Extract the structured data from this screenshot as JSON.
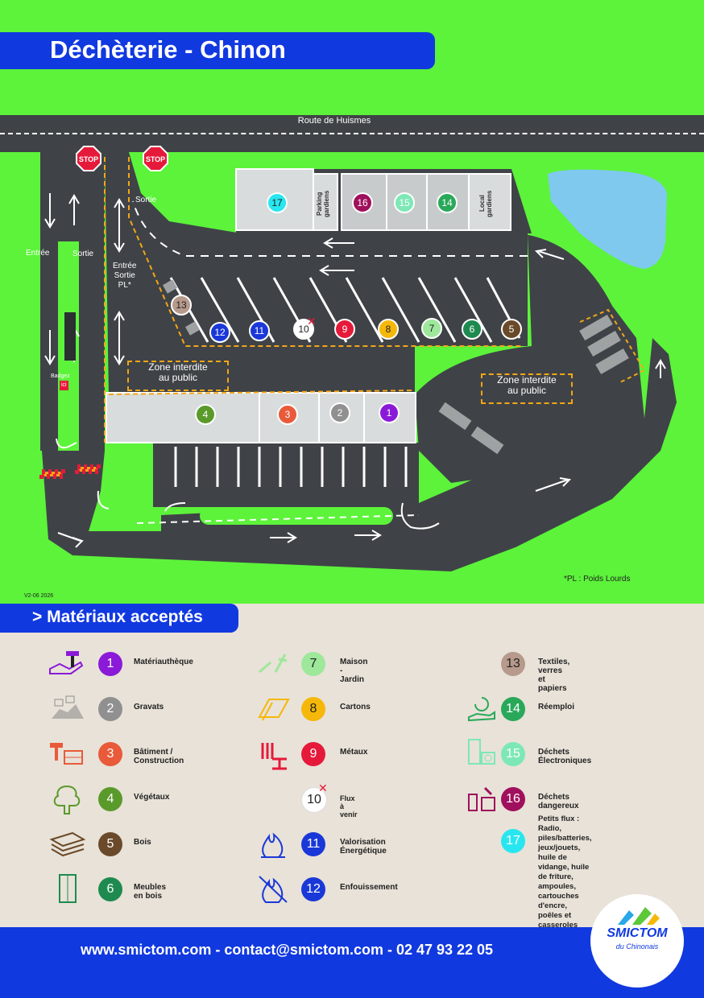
{
  "header": {
    "title": "Déchèterie - Chinon"
  },
  "map": {
    "road_label": "Route de Huismes",
    "stop_label": "STOP",
    "labels": {
      "entree": "Entrée",
      "sortie_left": "Sortie",
      "sortie_top": "Sortie",
      "entree_sortie_pl": "Entrée\nSortie\nPL*",
      "badgez": "Badgez",
      "ici": "ici",
      "parking_gardiens": "Parking\ngardiens",
      "local_gardiens": "Local\ngardiens",
      "zone1": "Zone interdite\nau public",
      "zone2": "Zone interdite\nau public"
    },
    "version": "V2-06 2026",
    "pl_note": "*PL : Poids Lourds",
    "bays": [
      {
        "num": "17",
        "color": "#28e6f0"
      },
      {
        "num": "16",
        "color": "#a0105c"
      },
      {
        "num": "15",
        "color": "#7de8b6"
      },
      {
        "num": "14",
        "color": "#2aa85a"
      },
      {
        "num": "13",
        "color": "#b79a8c"
      },
      {
        "num": "12",
        "color": "#1a38d8"
      },
      {
        "num": "11",
        "color": "#1a38d8"
      },
      {
        "num": "10",
        "color": "#ffffff"
      },
      {
        "num": "9",
        "color": "#e51a3a"
      },
      {
        "num": "8",
        "color": "#f5b80a"
      },
      {
        "num": "7",
        "color": "#9de89a"
      },
      {
        "num": "6",
        "color": "#1f8a50"
      },
      {
        "num": "5",
        "color": "#6a4a2a"
      },
      {
        "num": "4",
        "color": "#5a9a2a"
      },
      {
        "num": "3",
        "color": "#e85a3a"
      },
      {
        "num": "2",
        "color": "#909090"
      },
      {
        "num": "1",
        "color": "#8a1ad8"
      }
    ]
  },
  "materials": {
    "title": "> Matériaux acceptés",
    "items": [
      {
        "num": "1",
        "label": "Matériauthèque",
        "color": "#8a1ad8",
        "icon": "hand-tools-icon"
      },
      {
        "num": "2",
        "label": "Gravats",
        "color": "#909090",
        "icon": "rubble-icon"
      },
      {
        "num": "3",
        "label": "Bâtiment / Construction",
        "color": "#e85a3a",
        "icon": "construction-icon"
      },
      {
        "num": "4",
        "label": "Végétaux",
        "color": "#5a9a2a",
        "icon": "tree-icon"
      },
      {
        "num": "5",
        "label": "Bois",
        "color": "#6a4a2a",
        "icon": "wood-planks-icon"
      },
      {
        "num": "6",
        "label": "Meubles en bois",
        "color": "#1f8a50",
        "icon": "wardrobe-icon"
      },
      {
        "num": "7",
        "label": "Maison - Jardin",
        "color": "#9de89a",
        "icon": "garden-tools-icon"
      },
      {
        "num": "8",
        "label": "Cartons",
        "color": "#f5b80a",
        "icon": "cardboard-icon"
      },
      {
        "num": "9",
        "label": "Métaux",
        "color": "#e51a3a",
        "icon": "metal-beam-icon"
      },
      {
        "num": "10",
        "label": "Flux à venir",
        "color": "#ffffff",
        "icon": ""
      },
      {
        "num": "11",
        "label": "Valorisation Énergétique",
        "color": "#1a38d8",
        "icon": "flame-icon"
      },
      {
        "num": "12",
        "label": "Enfouissement",
        "color": "#1a38d8",
        "icon": "crossed-flame-icon"
      },
      {
        "num": "13",
        "label": "Textiles, verres et papiers",
        "color": "#b79a8c",
        "icon": ""
      },
      {
        "num": "14",
        "label": "Réemploi",
        "color": "#2aa85a",
        "icon": "reuse-hand-icon"
      },
      {
        "num": "15",
        "label": "Déchets Électroniques",
        "color": "#7de8b6",
        "icon": "appliance-icon"
      },
      {
        "num": "16",
        "label": "Déchets dangereux",
        "color": "#a0105c",
        "icon": "hazard-cans-icon"
      },
      {
        "num": "17",
        "label": "Petits flux :\nRadio, piles/batteries, jeux/jouets,\nhuile de vidange, huile de friture,\nampoules, cartouches d'encre,\npoêles et casseroles",
        "color": "#28e6f0",
        "icon": ""
      }
    ]
  },
  "footer": {
    "contact": "www.smictom.com - contact@smictom.com - 02 47 93 22 05"
  },
  "logo": {
    "name": "SMICTOM",
    "sub": "du Chinonais"
  }
}
